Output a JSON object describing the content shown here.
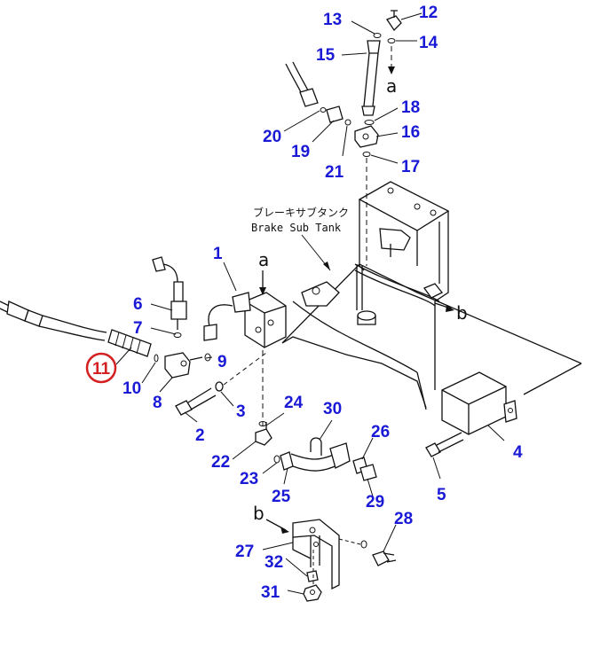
{
  "diagram": {
    "tank_label_jp": "ブレーキサブタンク",
    "tank_label_en": "Brake Sub Tank",
    "connector_a": "a",
    "connector_b": "b",
    "highlight_color": "#d42020",
    "callout_color": "#1a1ad6",
    "highlighted_part": "11",
    "callouts": {
      "c1": "1",
      "c2": "2",
      "c3": "3",
      "c4": "4",
      "c5": "5",
      "c6": "6",
      "c7": "7",
      "c8": "8",
      "c9": "9",
      "c10": "10",
      "c11": "11",
      "c12": "12",
      "c13": "13",
      "c14": "14",
      "c15": "15",
      "c16": "16",
      "c17": "17",
      "c18": "18",
      "c19": "19",
      "c20": "20",
      "c21": "21",
      "c22": "22",
      "c23": "23",
      "c24": "24",
      "c25": "25",
      "c26": "26",
      "c27": "27",
      "c28": "28",
      "c29": "29",
      "c30": "30",
      "c31": "31",
      "c32": "32"
    }
  }
}
